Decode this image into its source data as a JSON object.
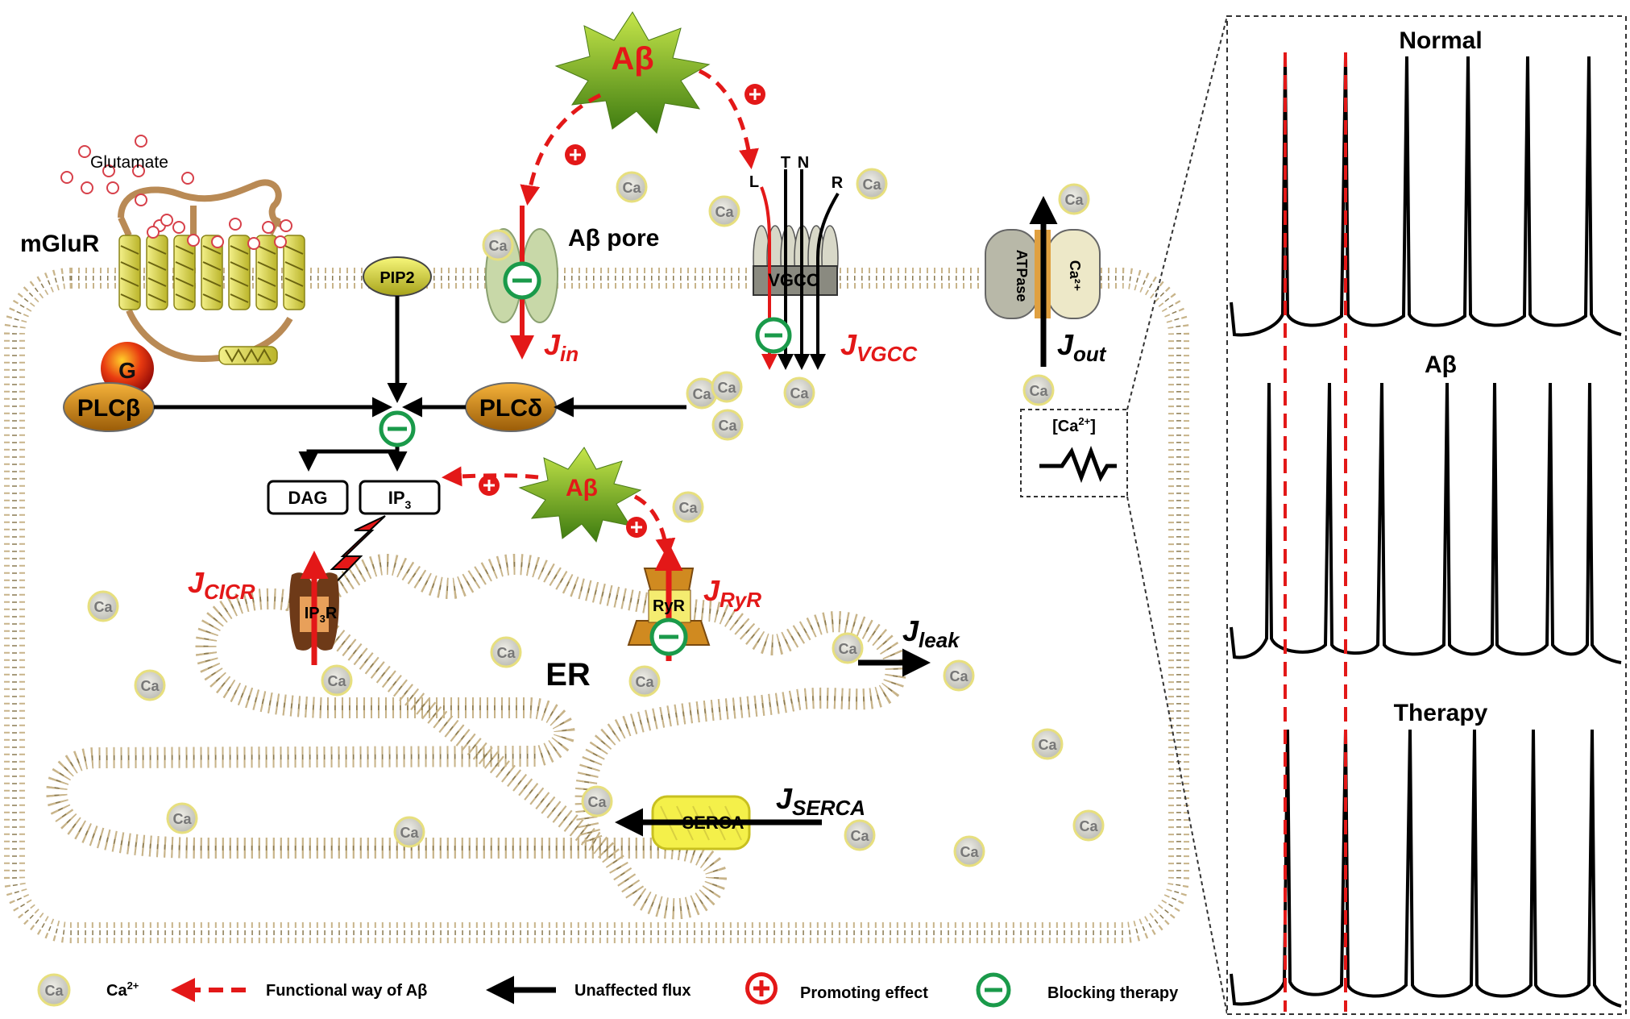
{
  "agents": {
    "abeta": "Aβ",
    "glutamate": "Glutamate",
    "mglur": "mGluR",
    "g": "G",
    "pip2": "PIP2",
    "plcb": "PLCβ",
    "plcd": "PLCδ",
    "dag": "DAG",
    "ip3": "IP",
    "ip3_sub": "3",
    "ip3r": "IP",
    "ip3r_sub": "3",
    "ip3r_suffix": "R",
    "ryr": "RyR",
    "er": "ER",
    "serca": "SERCA",
    "ab_pore": "Aβ pore",
    "vgcc": "VGCC",
    "vgcc_types": [
      "L",
      "T",
      "N",
      "R"
    ],
    "atpase": "ATPase",
    "ca2_pump": "Ca²⁺",
    "ca": "Ca"
  },
  "fluxes": {
    "j": "J",
    "in": "in",
    "vgcc": "VGCC",
    "out": "out",
    "cicr": "CICR",
    "ryr": "RyR",
    "leak": "leak",
    "serca": "SERCA"
  },
  "inset": {
    "label": "[Ca",
    "sup": "2+",
    "close": "]"
  },
  "traces": {
    "titles": [
      "Normal",
      "Aβ",
      "Therapy"
    ]
  },
  "legend": {
    "ca": "Ca",
    "ca_ion": "Ca",
    "ca_ion_sup": "2+",
    "functional": "Functional way of Aβ",
    "unaffected": "Unaffected flux",
    "promoting": "Promoting effect",
    "blocking": "Blocking therapy"
  },
  "colors": {
    "red": "#e31818",
    "membrane": "#c8b48a",
    "green_block": "#1a9a4a",
    "plc": "#c07a10",
    "serca": "#f4f04a",
    "abeta_star": "#6aa416"
  }
}
